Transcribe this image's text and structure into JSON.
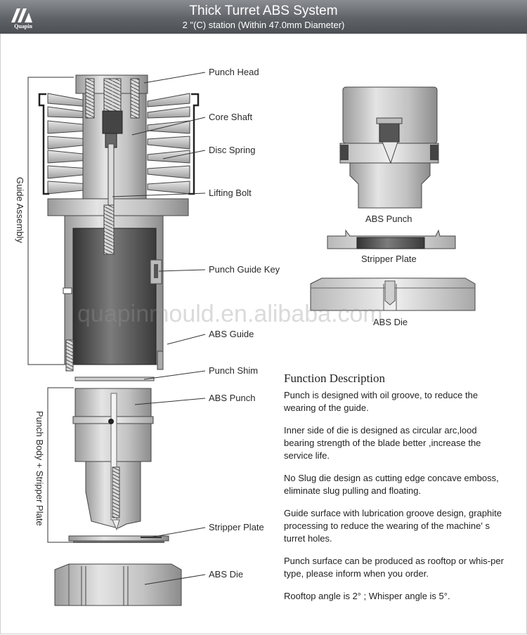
{
  "header": {
    "title": "Thick Turret ABS System",
    "subtitle": "2 \"(C) station (Within 47.0mm Diameter)",
    "logo_text": "Quapin"
  },
  "labels": {
    "punch_head": "Punch Head",
    "core_shaft": "Core Shaft",
    "disc_spring": "Disc Spring",
    "lifting_bolt": "Lifting Bolt",
    "punch_guide_key": "Punch Guide Key",
    "abs_guide": "ABS Guide",
    "punch_shim": "Punch Shim",
    "abs_punch": "ABS Punch",
    "stripper_plate": "Stripper Plate",
    "abs_die": "ABS Die",
    "guide_assembly": "Guide Assembly",
    "punch_body_stripper": "Punch Body + Stripper Plate"
  },
  "right_parts": {
    "abs_punch": "ABS Punch",
    "stripper_plate": "Stripper Plate",
    "abs_die": "ABS Die"
  },
  "watermark": "quapinmould.en.alibaba.com",
  "function": {
    "title": "Function Description",
    "p1": "Punch is designed with oil groove, to reduce the wearing of the guide.",
    "p2": "Inner side of die is designed as circular arc,lood bearing strength of the blade better ,increase the service life.",
    "p3": "No Slug die design as cutting edge concave emboss, eliminate slug pulling and floating.",
    "p4": "Guide surface with lubrication groove design, graphite processing to reduce the wearing of the machine' s turret holes.",
    "p5": "Punch surface can be produced as rooftop or whis-per type, please inform when you order.",
    "p6": "Rooftop angle is 2°  ; Whisper angle is 5°."
  }
}
